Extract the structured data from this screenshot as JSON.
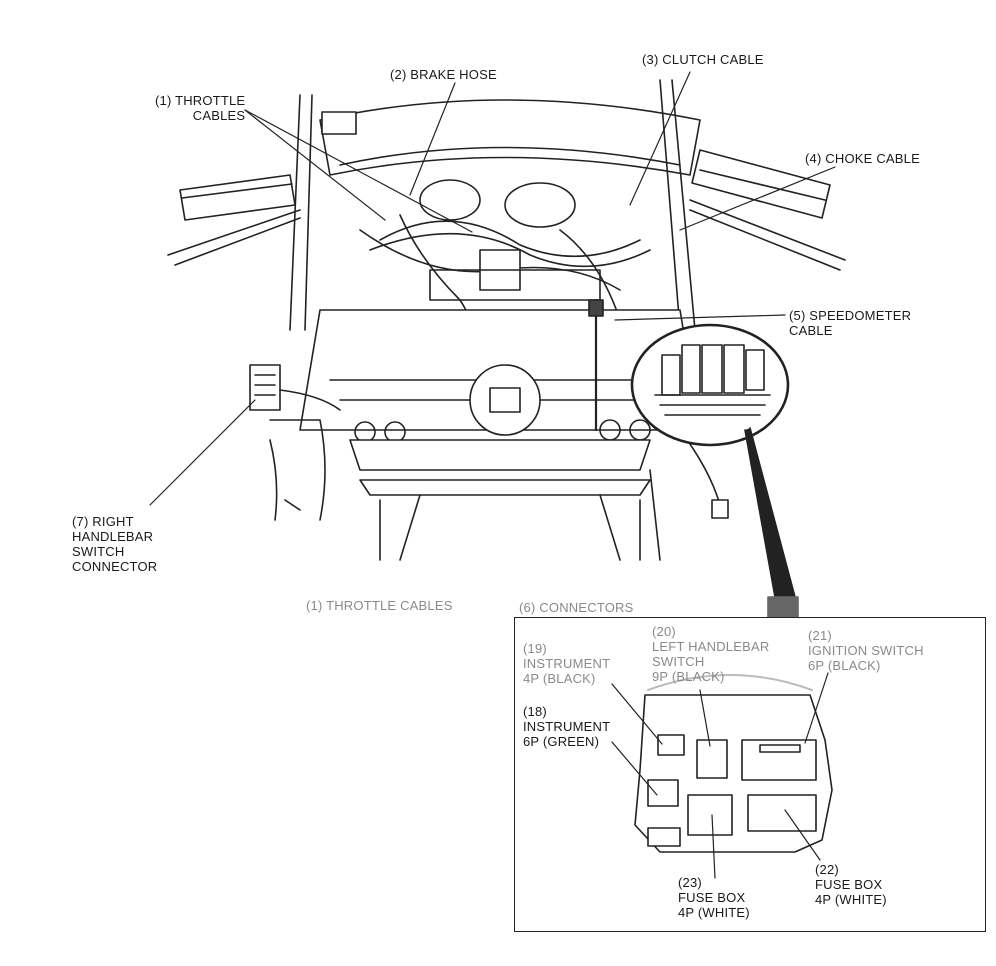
{
  "labels": {
    "throttle_cables": "(1) THROTTLE\nCABLES",
    "brake_hose": "(2) BRAKE HOSE",
    "clutch_cable": "(3) CLUTCH CABLE",
    "choke_cable": "(4) CHOKE CABLE",
    "speedometer_cable": "(5) SPEEDOMETER\nCABLE",
    "right_handlebar_switch_connector": "(7) RIGHT\nHANDLEBAR\nSWITCH\nCONNECTOR",
    "throttle_cables_bottom": "(1) THROTTLE CABLES",
    "connectors": "(6) CONNECTORS"
  },
  "inset": {
    "instrument_4p": "(19)\nINSTRUMENT\n4P (BLACK)",
    "left_handlebar_switch": "(20)\nLEFT HANDLEBAR\nSWITCH\n9P (BLACK)",
    "ignition_switch": "(21)\nIGNITION SWITCH\n6P (BLACK)",
    "instrument_6p": "(18)\nINSTRUMENT\n6P (GREEN)",
    "fuse_box_23": "(23)\nFUSE BOX\n4P (WHITE)",
    "fuse_box_22": "(22)\nFUSE BOX\n4P (WHITE)"
  },
  "colors": {
    "ink": "#1a1a1a",
    "faint": "#8a8a8a",
    "shade": "#555555"
  }
}
